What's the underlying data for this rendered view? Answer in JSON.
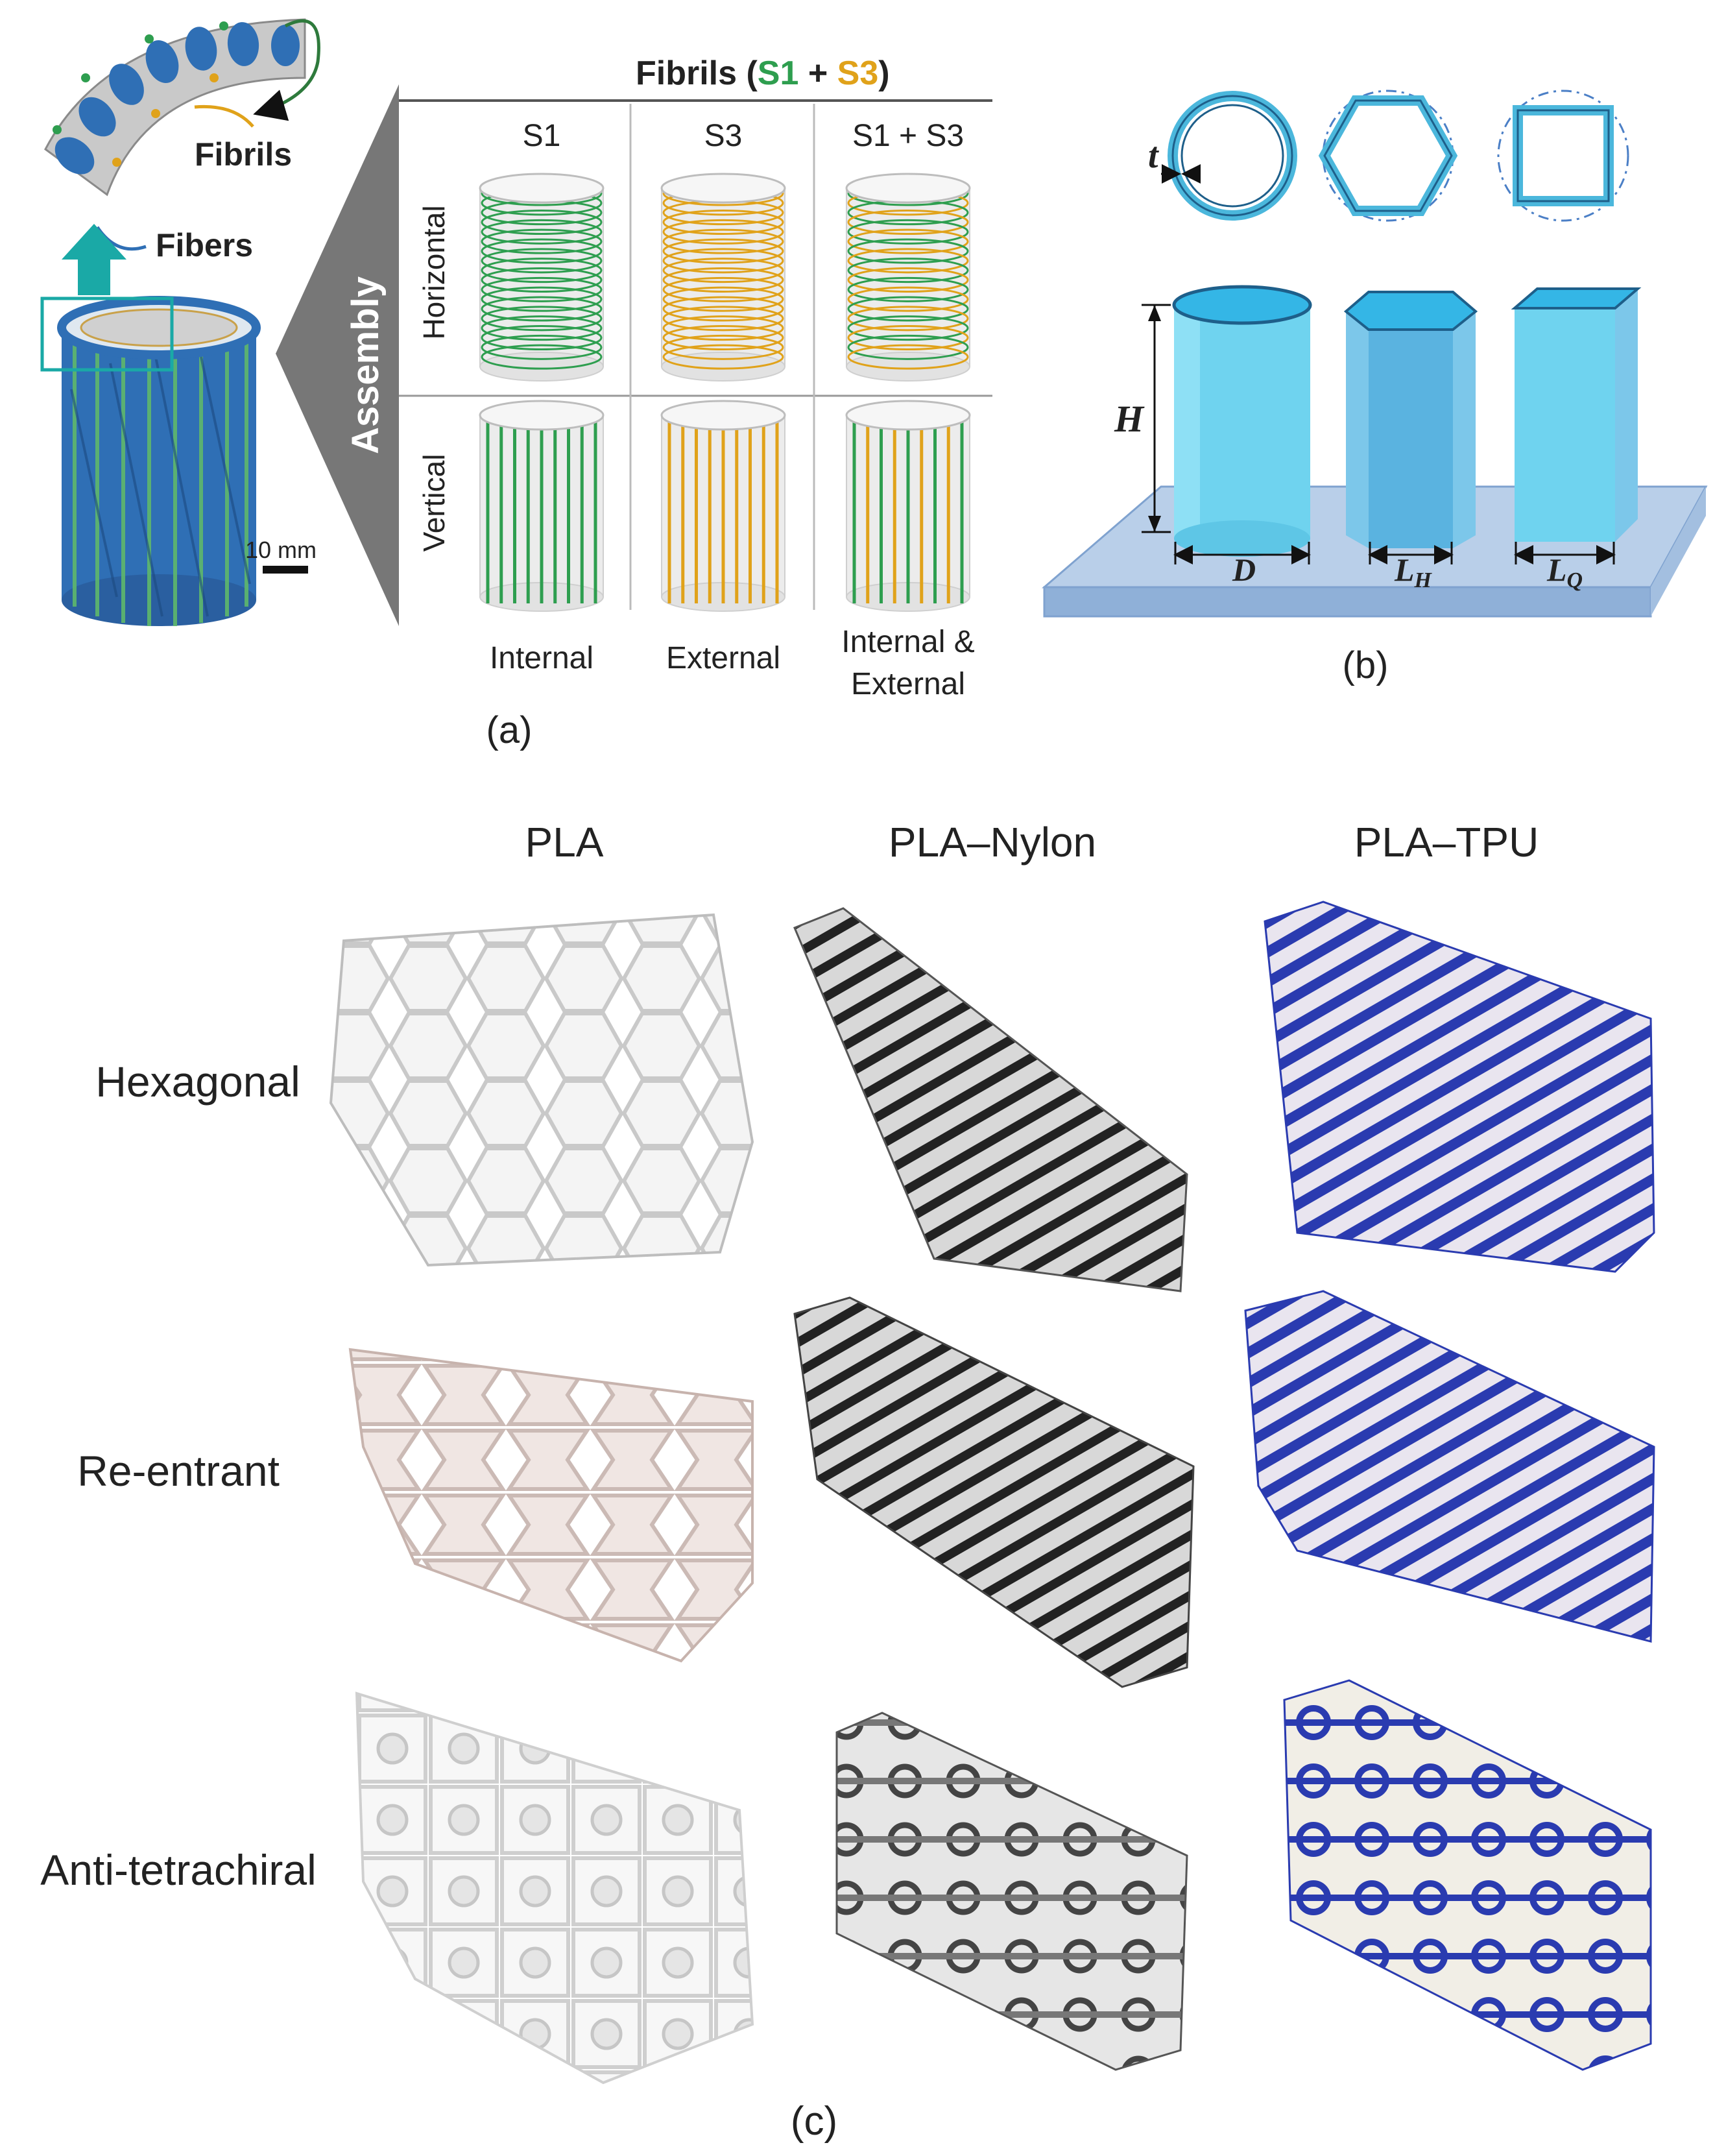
{
  "panel_a": {
    "caption": "(a)",
    "title_prefix": "Fibrils (",
    "title_s1": "S1",
    "title_plus": " + ",
    "title_s3": "S3",
    "title_suffix": ")",
    "fibrils_label": "Fibrils",
    "fibers_label": "Fibers",
    "scale_label": "10 mm",
    "assembly_label": "Assembly",
    "col_headers": [
      "S1",
      "S3",
      "S1 + S3"
    ],
    "row_headers": [
      "Horizontal",
      "Vertical"
    ],
    "bottom_labels": [
      "Internal",
      "External",
      "Internal &",
      "External"
    ],
    "colors": {
      "s1": "#2e9e4f",
      "s3": "#e0a21a",
      "fiber": "#2f6fb5"
    }
  },
  "panel_b": {
    "caption": "(b)",
    "dim_t": "t",
    "dim_H": "H",
    "dim_D": "D",
    "dim_LH": "L",
    "dim_LH_sub": "H",
    "dim_LQ": "L",
    "dim_LQ_sub": "Q",
    "colors": {
      "tube": "#6fd3ef",
      "tube_dark": "#4bb7dc",
      "base": "#b9cfe9"
    }
  },
  "panel_c": {
    "caption": "(c)",
    "col_headers": [
      "PLA",
      "PLA–Nylon",
      "PLA–TPU"
    ],
    "row_headers": [
      "Hexagonal",
      "Re-entrant",
      "Anti-tetrachiral"
    ],
    "colors": {
      "pla": "#eeeeee",
      "nylon": "#333333",
      "tpu": "#2a3bb0"
    }
  }
}
